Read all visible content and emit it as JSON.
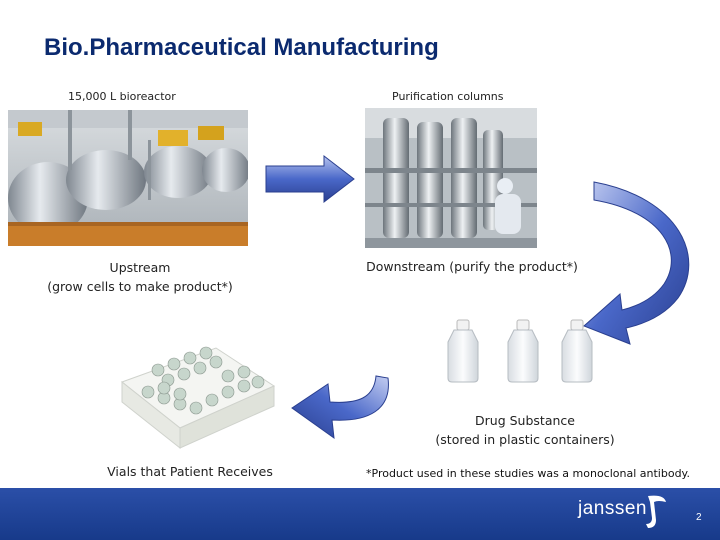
{
  "slide": {
    "title": "Bio.Pharmaceutical Manufacturing",
    "bioreactor_caption": "15,000 L bioreactor",
    "purification_caption": "Purification columns",
    "upstream_line1": "Upstream",
    "upstream_line2": "(grow cells to make product*)",
    "downstream_label": "Downstream (purify the product*)",
    "drug_substance_line1": "Drug Substance",
    "drug_substance_line2": "(stored in plastic containers)",
    "vials_label": "Vials that Patient Receives",
    "footnote": "*Product used in these studies was a monoclonal antibody.",
    "logo_text": "janssen",
    "page_number": "2"
  },
  "colors": {
    "title": "#0b2a6f",
    "arrow_fill": "#4a68c9",
    "arrow_dark": "#2a3f8f",
    "footer_bar": "#1f459b"
  },
  "icons": [
    "right-arrow-icon",
    "curved-arrow-down-icon",
    "curved-arrow-left-icon",
    "janssen-logo-icon"
  ]
}
